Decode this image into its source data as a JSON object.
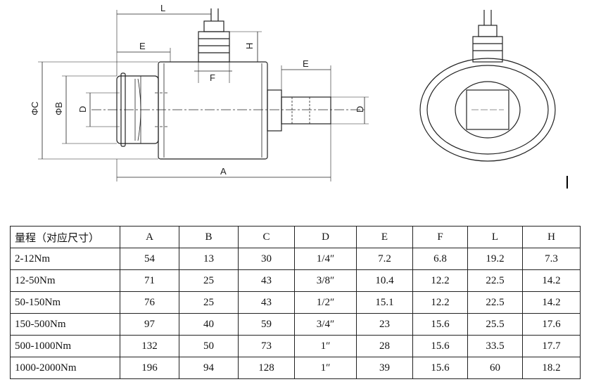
{
  "drawing": {
    "labels": {
      "L": "L",
      "E_left": "E",
      "E_right": "E",
      "H": "H",
      "F": "F",
      "C": "ΦC",
      "B": "ΦB",
      "D_left": "D",
      "D_right": "D",
      "A": "A"
    }
  },
  "table": {
    "headers": [
      "量程（对应尺寸）",
      "A",
      "B",
      "C",
      "D",
      "E",
      "F",
      "L",
      "H"
    ],
    "rows": [
      [
        "2-12Nm",
        "54",
        "13",
        "30",
        "1/4″",
        "7.2",
        "6.8",
        "19.2",
        "7.3"
      ],
      [
        "12-50Nm",
        "71",
        "25",
        "43",
        "3/8″",
        "10.4",
        "12.2",
        "22.5",
        "14.2"
      ],
      [
        "50-150Nm",
        "76",
        "25",
        "43",
        "1/2″",
        "15.1",
        "12.2",
        "22.5",
        "14.2"
      ],
      [
        "150-500Nm",
        "97",
        "40",
        "59",
        "3/4″",
        "23",
        "15.6",
        "25.5",
        "17.6"
      ],
      [
        "500-1000Nm",
        "132",
        "50",
        "73",
        "1″",
        "28",
        "15.6",
        "33.5",
        "17.7"
      ],
      [
        "1000-2000Nm",
        "196",
        "94",
        "128",
        "1″",
        "39",
        "15.6",
        "60",
        "18.2"
      ]
    ]
  }
}
